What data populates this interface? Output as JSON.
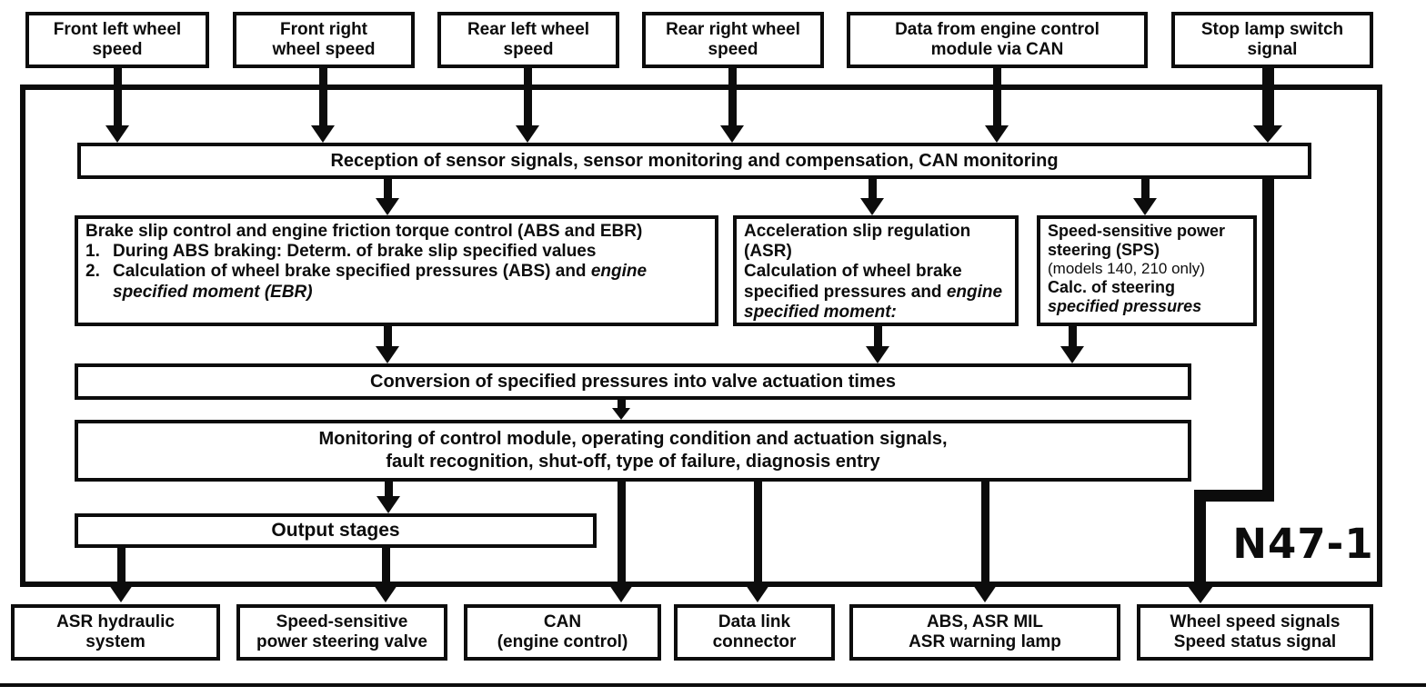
{
  "diagram": {
    "module_label": "N47-1",
    "top_inputs": [
      {
        "lines": [
          "Front left wheel",
          "speed"
        ]
      },
      {
        "lines": [
          "Front right",
          "wheel speed"
        ]
      },
      {
        "lines": [
          "Rear left wheel",
          "speed"
        ]
      },
      {
        "lines": [
          "Rear right wheel",
          "speed"
        ]
      },
      {
        "lines": [
          "Data from engine control",
          "module via CAN"
        ]
      },
      {
        "lines": [
          "Stop lamp switch",
          "signal"
        ]
      }
    ],
    "reception_label": "Reception of sensor signals, sensor monitoring and compensation, CAN monitoring",
    "brake_slip_box": {
      "title": "Brake slip control and engine friction torque control (ABS and EBR)",
      "items": [
        {
          "num": "1.",
          "text": "During ABS braking: Determ. of brake slip specified values",
          "italic": ""
        },
        {
          "num": "2.",
          "text": "Calculation of wheel brake specified pressures (ABS) and ",
          "italic": "engine specified moment (EBR)"
        }
      ]
    },
    "asr_box": {
      "title": "Acceleration slip regulation (ASR)",
      "body": "Calculation of wheel brake specified pressures and ",
      "body_italic": "engine specified moment:"
    },
    "sps_box": {
      "title": "Speed-sensitive power steering (SPS)",
      "note": "(models 140, 210 only)",
      "body": "Calc. of steering ",
      "body_italic": "specified pressures"
    },
    "conversion_label": "Conversion of specified pressures into valve actuation times",
    "monitoring_lines": [
      "Monitoring of control module, operating condition and actuation signals,",
      "fault recognition, shut-off, type of failure, diagnosis entry"
    ],
    "output_stages_label": "Output stages",
    "bottom_outputs": [
      {
        "lines": [
          "ASR hydraulic",
          "system"
        ]
      },
      {
        "lines": [
          "Speed-sensitive",
          "power steering valve"
        ]
      },
      {
        "lines": [
          "CAN",
          "(engine control)"
        ]
      },
      {
        "lines": [
          "Data link",
          "connector"
        ]
      },
      {
        "lines": [
          "ABS, ASR MIL",
          "ASR warning lamp"
        ]
      },
      {
        "lines": [
          "Wheel speed signals",
          "Speed status signal"
        ]
      }
    ],
    "colors": {
      "ink": "#0c0c0c",
      "paper": "#ffffff"
    }
  }
}
